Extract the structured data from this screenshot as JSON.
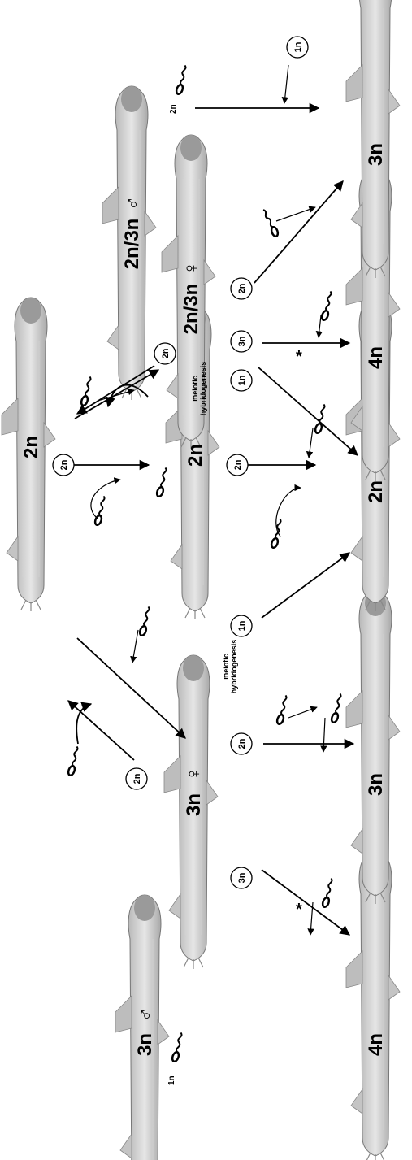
{
  "fish": [
    {
      "id": "f-3n-male",
      "label": "3n",
      "sex": "♂"
    },
    {
      "id": "f-3n-female",
      "label": "3n",
      "sex": "♀"
    },
    {
      "id": "f-2n-parent",
      "label": "2n",
      "sex": ""
    },
    {
      "id": "f-2n-mid",
      "label": "2n",
      "sex": ""
    },
    {
      "id": "f-2n3n-female",
      "label": "2n/3n",
      "sex": "♀"
    },
    {
      "id": "f-2n3n-male",
      "label": "2n/3n",
      "sex": "♂"
    },
    {
      "id": "f-4n-a",
      "label": "4n",
      "sex": ""
    },
    {
      "id": "f-3n-a",
      "label": "3n",
      "sex": ""
    },
    {
      "id": "f-2n-off",
      "label": "2n",
      "sex": ""
    },
    {
      "id": "f-4n-b",
      "label": "4n",
      "sex": ""
    },
    {
      "id": "f-3n-b",
      "label": "3n",
      "sex": ""
    }
  ],
  "gamete_circles": [
    "3n",
    "2n",
    "1n",
    "2n",
    "2n",
    "1n",
    "3n",
    "2n",
    "2n",
    "1n"
  ],
  "sperm_labels": {
    "male_3n": "1n",
    "male_2n3n": "2n"
  },
  "notes": {
    "left": "meiotic\nhybridogenesis",
    "right": "meiotic\nhybridogenesis"
  },
  "star": "*"
}
